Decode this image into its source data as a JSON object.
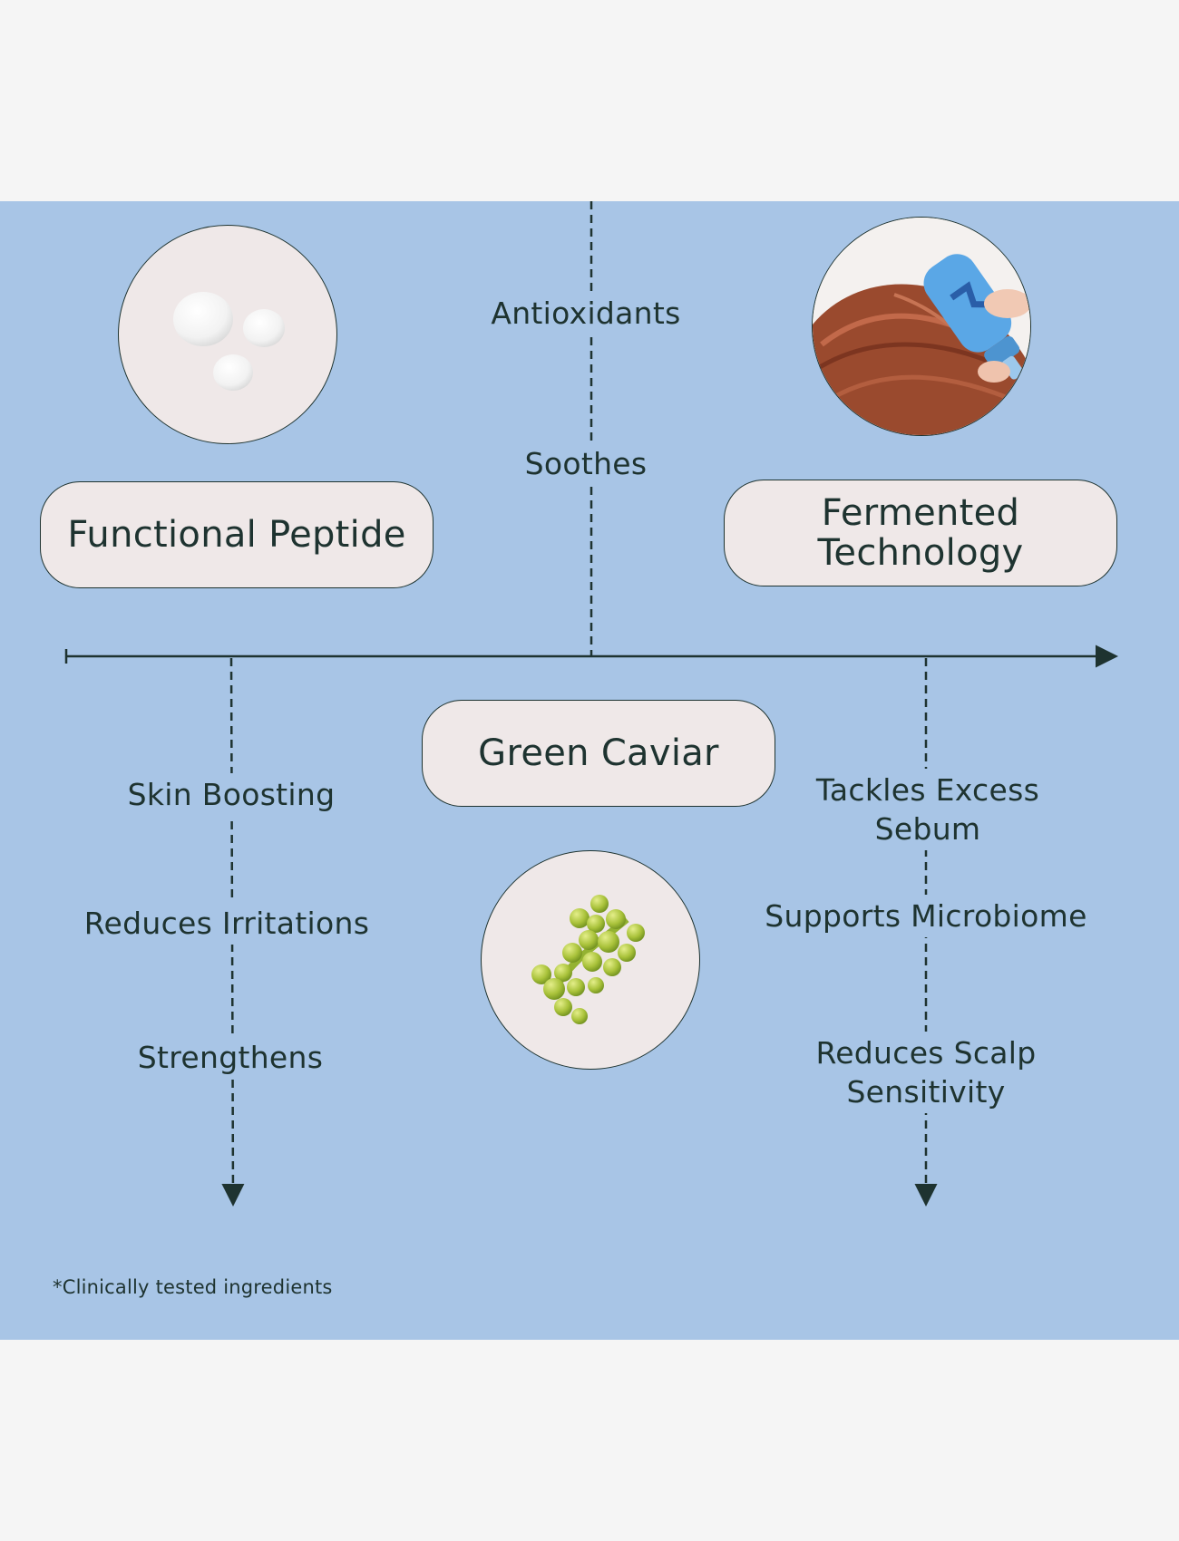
{
  "ingredients": {
    "functional_peptide": "Functional Peptide",
    "fermented_technology": "Fermented Technology",
    "green_caviar": "Green Caviar"
  },
  "benefits": {
    "center": [
      "Antioxidants",
      "Soothes"
    ],
    "left": [
      "Skin Boosting",
      "Reduces Irritations",
      "Strengthens"
    ],
    "right": [
      "Tackles Excess Sebum",
      "Supports Microbiome",
      "Reduces Scalp Sensitivity"
    ]
  },
  "footnote": "*Clinically tested ingredients",
  "colors": {
    "page_background": "#f5f5f5",
    "panel_background": "#a8c5e6",
    "card_fill": "#efe8e8",
    "ink": "#1e3330"
  },
  "icons": {
    "functional_peptide": "white-cream-drops-icon",
    "fermented_technology": "hair-serum-application-photo",
    "green_caviar": "green-caviar-seaweed-icon"
  }
}
